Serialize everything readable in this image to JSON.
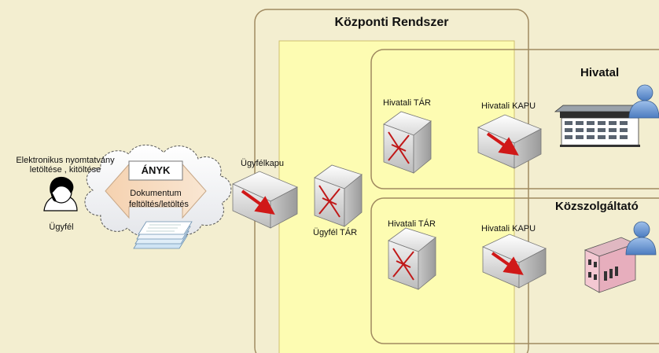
{
  "title": "Központi Rendszer",
  "client": {
    "note_line1": "Elektronikus nyomtatvány",
    "note_line2": "letöltése , kitöltése",
    "person_label": "Ügyfél"
  },
  "cloud": {
    "app_label": "ÁNYK",
    "doc_line1": "Dokumentum",
    "doc_line2": "feltöltés/letöltés"
  },
  "gateway_label": "Ügyfélkapu",
  "client_storage_label": "Ügyfél TÁR",
  "hivatal": {
    "title": "Hivatal",
    "storage_label": "Hivatali TÁR",
    "gate_label": "Hivatali KAPU"
  },
  "kozszolgaltato": {
    "title": "Közszolgáltató",
    "storage_label": "Hivatali TÁR",
    "gate_label": "Hivatali KAPU"
  },
  "colors": {
    "background": "#f3eed0",
    "central_area": "#fdfcb2",
    "frame_border": "#a08a60",
    "arrow_red": "#d01818",
    "person_blue": "#6a97cf"
  }
}
